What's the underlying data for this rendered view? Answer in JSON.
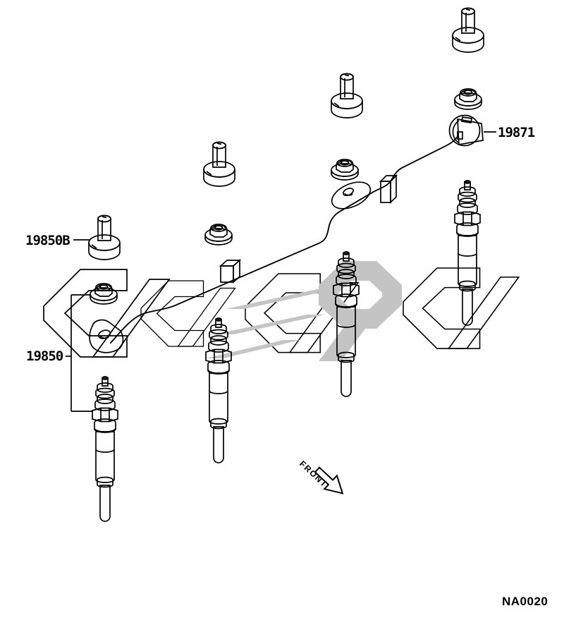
{
  "diagram": {
    "callouts": [
      {
        "part_number": "19850B"
      },
      {
        "part_number": "19850"
      },
      {
        "part_number": "19871"
      }
    ],
    "front_label": "FRONT",
    "drawing_code": "NA0020"
  },
  "colors": {
    "line": "#000000",
    "watermark": "#c4c4c4",
    "background": "#ffffff"
  }
}
